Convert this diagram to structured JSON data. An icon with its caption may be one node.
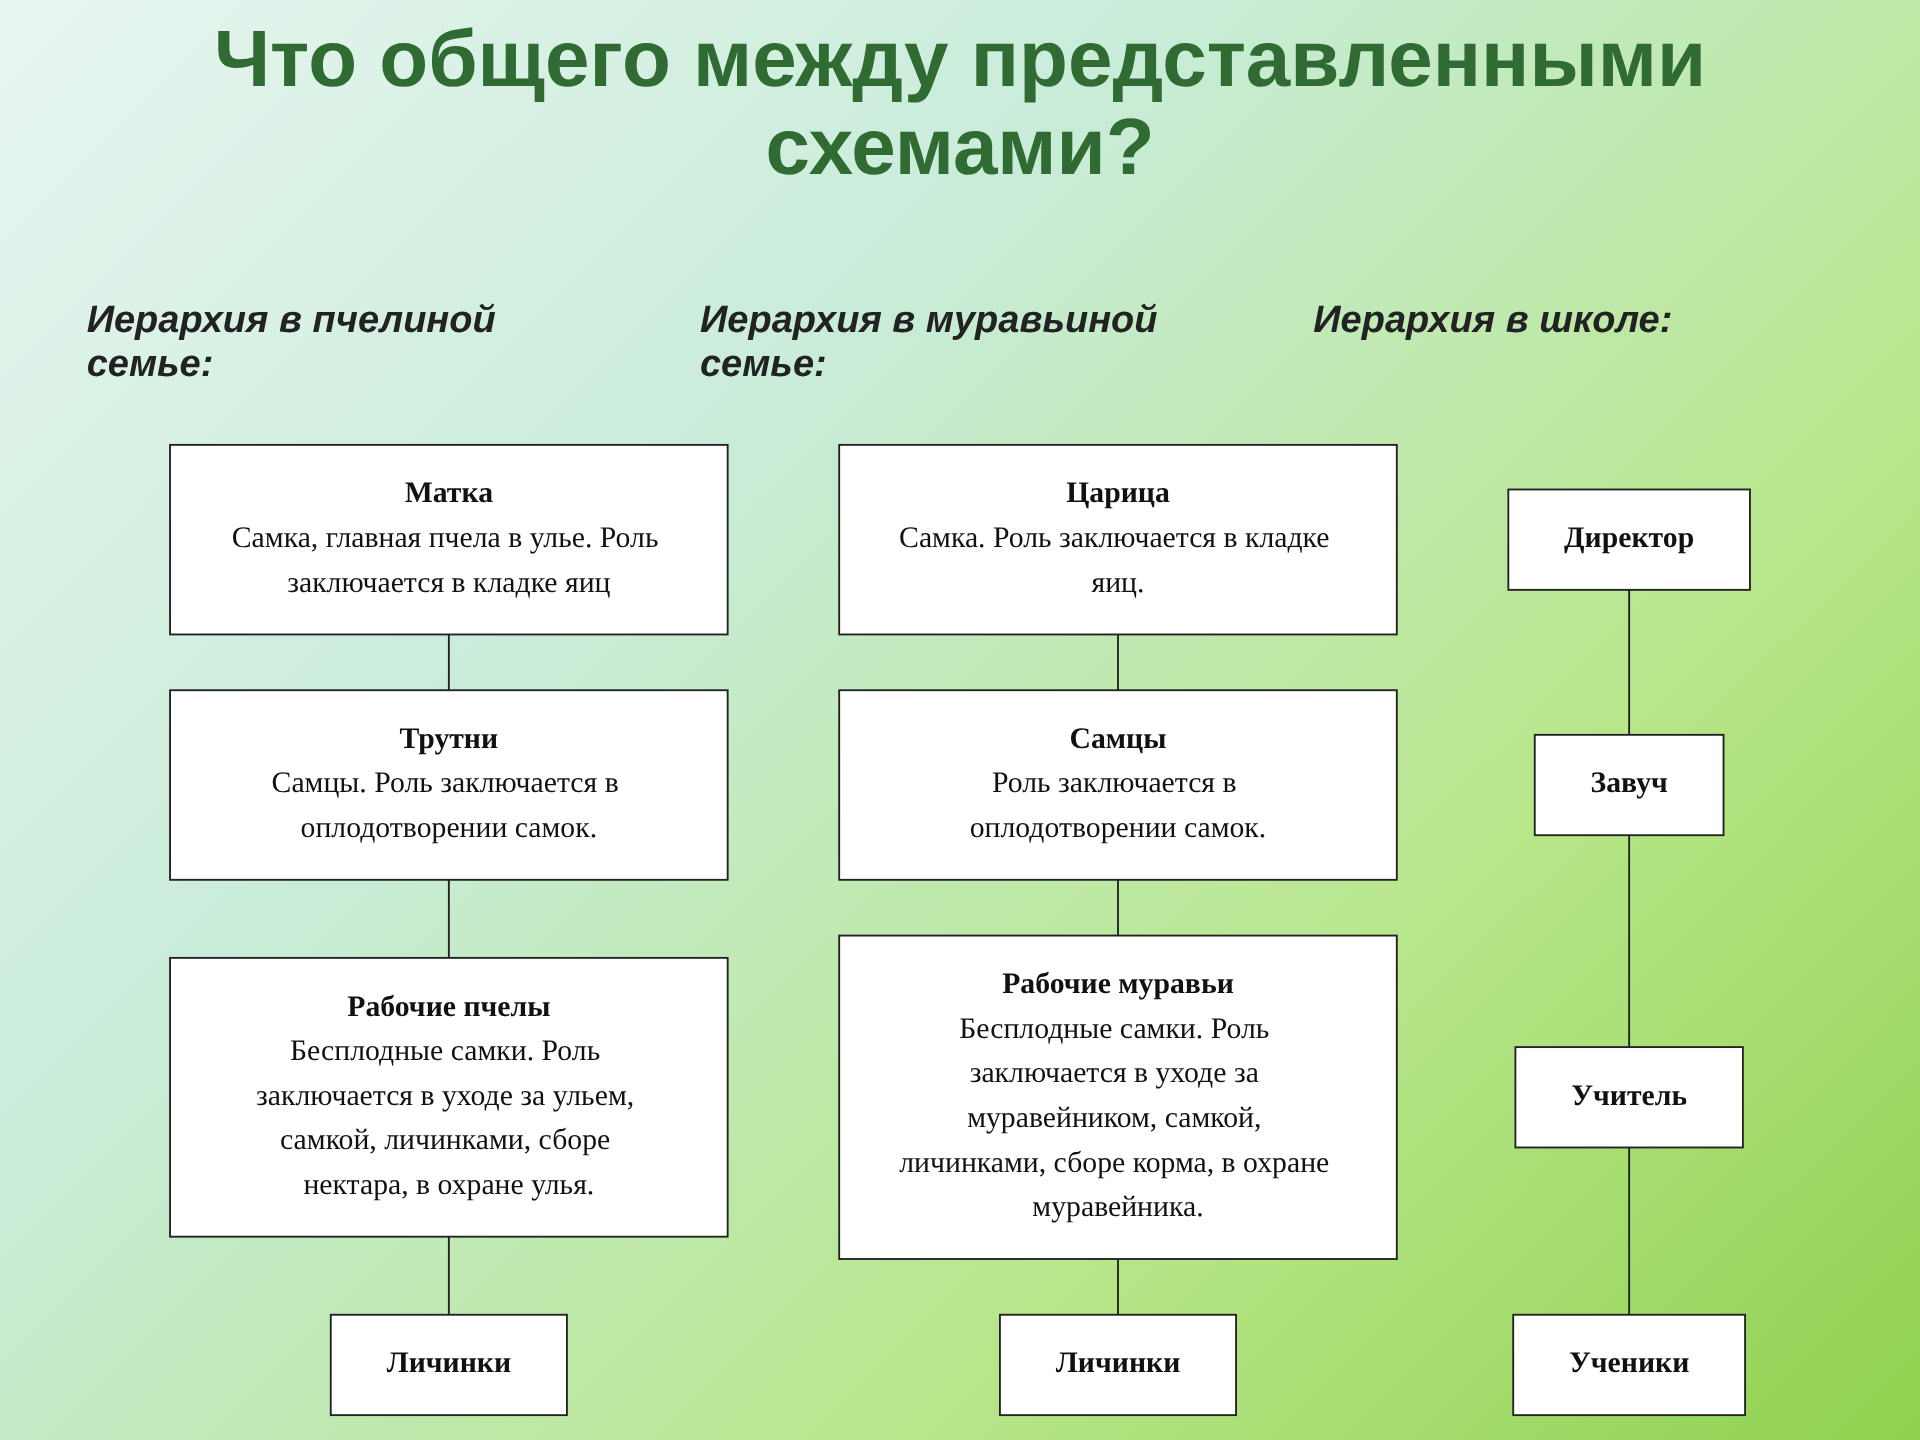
{
  "diagram": {
    "title": "Что общего между представленными схемами?",
    "nodes": [
      {
        "text": [
          "Матка",
          "Самка, главная пчела в улье. Роль заключается в кладке яиц"
        ]
      },
      {
        "text": [
          "Трутни",
          "Самцы. Роль заключается в оплодотворении самок."
        ]
      },
      {
        "text": [
          "Рабочие пчелы",
          "Бесплодные самки. Роль заключается в уходе за ульем, самкой, личинками, сборе нектара, в охране улья."
        ]
      },
      {
        "text": [
          "Личинки"
        ]
      },
      {
        "text": [
          "Царица",
          "Самка. Роль заключается в кладке яиц."
        ]
      },
      {
        "text": [
          "Самцы",
          "Роль заключается в оплодотворении самок."
        ]
      },
      {
        "text": [
          "Рабочие муравьи",
          "Бесплодные самки. Роль заключается в уходе за муравейником, самкой, личинками, сборе корма, в охране муравейника."
        ]
      },
      {
        "text": [
          "Личинки"
        ]
      },
      {
        "text": [
          "Директор"
        ]
      },
      {
        "text": [
          "Завуч"
        ]
      },
      {
        "text": [
          "Учитель"
        ]
      },
      {
        "text": [
          "Ученики"
        ]
      }
    ],
    "edges": [
      {
        "from": 0,
        "to": 1,
        "arrow": "none"
      },
      {
        "from": 1,
        "to": 2,
        "arrow": "none"
      },
      {
        "from": 2,
        "to": 3,
        "arrow": "none"
      },
      {
        "from": 4,
        "to": 5,
        "arrow": "none"
      },
      {
        "from": 5,
        "to": 6,
        "arrow": "none"
      },
      {
        "from": 6,
        "to": 7,
        "arrow": "none"
      },
      {
        "from": 8,
        "to": 9,
        "arrow": "none"
      },
      {
        "from": 9,
        "to": 10,
        "arrow": "none"
      },
      {
        "from": 10,
        "to": 11,
        "arrow": "none"
      }
    ],
    "labels": [
      "Иерархия в пчелиной семье:",
      "Иерархия в муравьиной семье:",
      "Иерархия в школе:"
    ]
  }
}
